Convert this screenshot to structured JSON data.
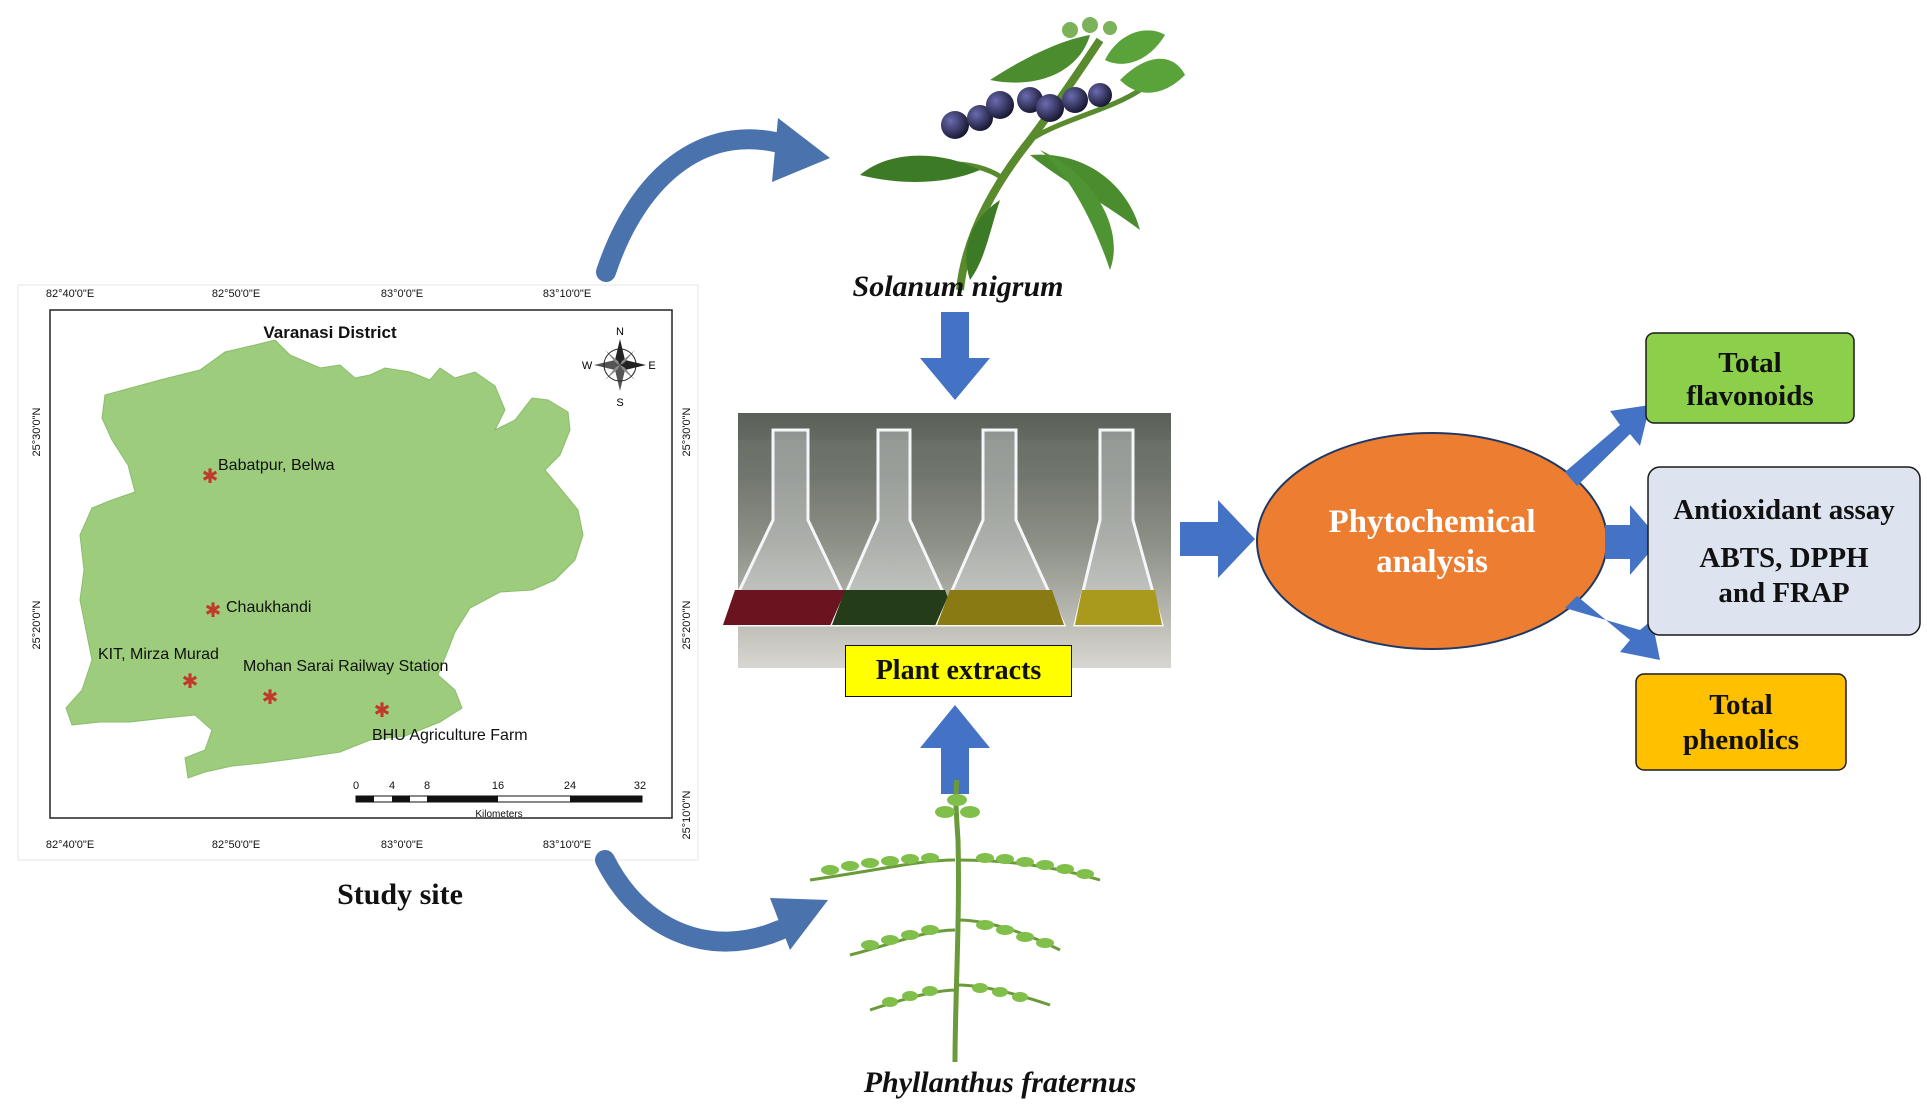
{
  "map": {
    "title": "Varanasi District",
    "lon_ticks": [
      "82°40'0\"E",
      "82°50'0\"E",
      "83°0'0\"E",
      "83°10'0\"E"
    ],
    "lat_ticks": [
      "25°30'0\"N",
      "25°20'0\"N",
      "25°10'0\"N"
    ],
    "compass": {
      "n": "N",
      "s": "S",
      "e": "E",
      "w": "W"
    },
    "sites": [
      {
        "label": "Babatpur, Belwa"
      },
      {
        "label": "Chaukhandi"
      },
      {
        "label": "KIT, Mirza Murad"
      },
      {
        "label": "Mohan Sarai Railway Station"
      },
      {
        "label": "BHU Agriculture Farm"
      }
    ],
    "scale": {
      "ticks": [
        "0",
        "4",
        "8",
        "16",
        "24",
        "32"
      ],
      "unit": "Kilometers"
    },
    "caption": "Study site",
    "land_color": "#9ccc7c",
    "site_marker_color": "#c0392b"
  },
  "plants": {
    "top": "Solanum nigrum",
    "bottom": "Phyllanthus fraternus"
  },
  "extracts": {
    "label": "Plant extracts"
  },
  "analysis": {
    "label_line1": "Phytochemical",
    "label_line2": "analysis",
    "color": "#ed7d31"
  },
  "outputs": {
    "flavonoids": {
      "line1": "Total",
      "line2": "flavonoids",
      "color": "#8bcf4a"
    },
    "antioxidant": {
      "line1": "Antioxidant assay",
      "line2": "ABTS, DPPH",
      "line3": "and FRAP",
      "color": "#dde4f0"
    },
    "phenolics": {
      "line1": "Total",
      "line2": "phenolics",
      "color": "#ffc000"
    }
  },
  "arrow_color": "#4472c4"
}
